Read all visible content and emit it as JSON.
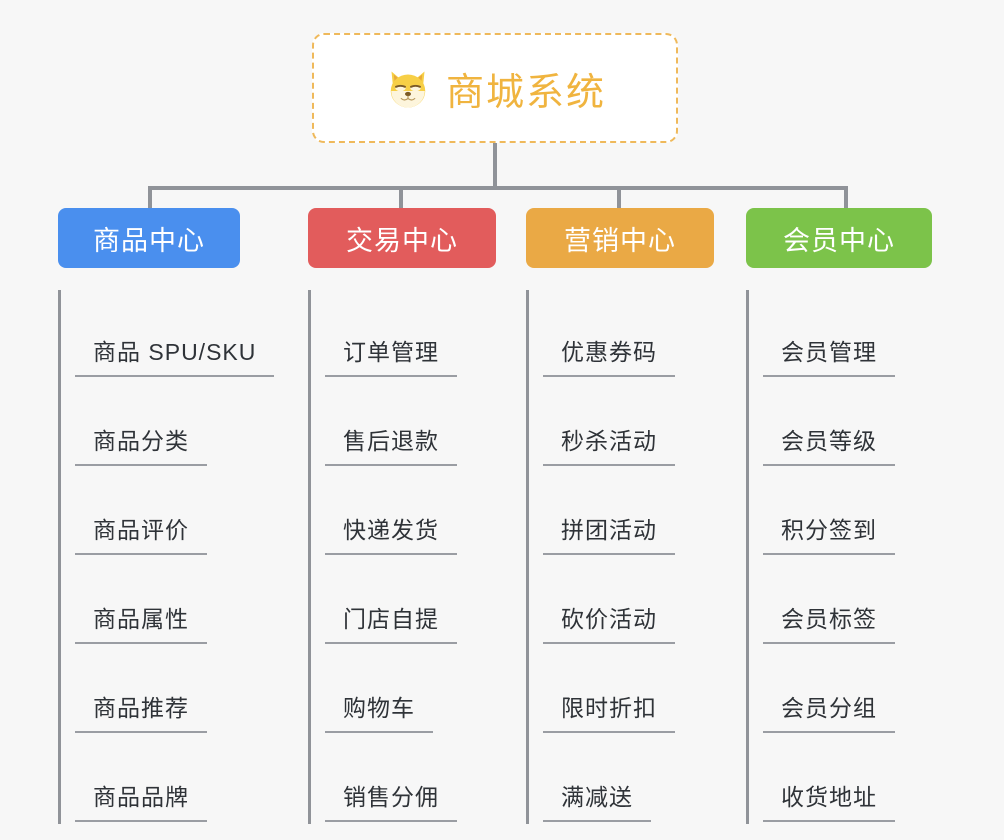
{
  "page": {
    "background_color": "#f7f7f7",
    "diagram_type": "mind-map"
  },
  "root": {
    "icon": "dog-face-emoji",
    "title": "商城系统",
    "text_color": "#f0b43f",
    "border_color": "#efb95b",
    "background_color": "#ffffff"
  },
  "connector": {
    "color": "#909399"
  },
  "branches": [
    {
      "label": "商品中心",
      "color": "#4a8fee",
      "items": [
        "商品 SPU/SKU",
        "商品分类",
        "商品评价",
        "商品属性",
        "商品推荐",
        "商品品牌"
      ]
    },
    {
      "label": "交易中心",
      "color": "#e25c5c",
      "items": [
        "订单管理",
        "售后退款",
        "快递发货",
        "门店自提",
        "购物车",
        "销售分佣"
      ]
    },
    {
      "label": "营销中心",
      "color": "#eaa945",
      "items": [
        "优惠券码",
        "秒杀活动",
        "拼团活动",
        "砍价活动",
        "限时折扣",
        "满减送"
      ]
    },
    {
      "label": "会员中心",
      "color": "#7cc34a",
      "items": [
        "会员管理",
        "会员等级",
        "积分签到",
        "会员标签",
        "会员分组",
        "收货地址"
      ]
    }
  ]
}
